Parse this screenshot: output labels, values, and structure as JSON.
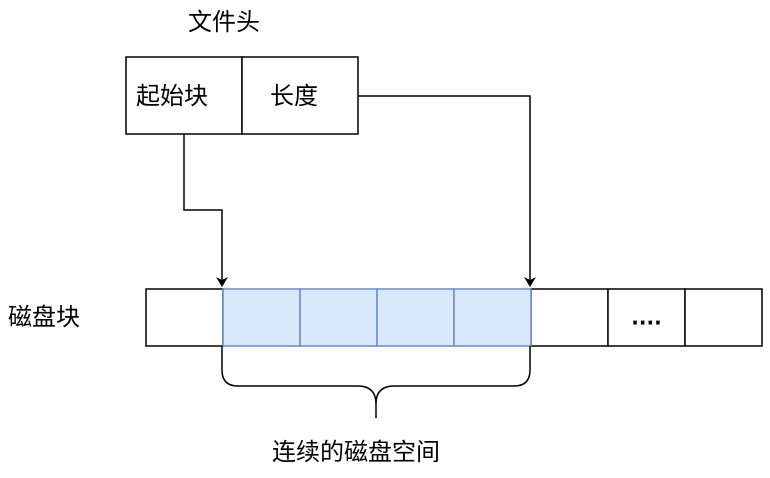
{
  "file_header": {
    "title": "文件头",
    "fields": [
      "起始块",
      "长度"
    ]
  },
  "disk": {
    "label": "磁盘块",
    "blocks": [
      "",
      "",
      "",
      "",
      "",
      "",
      "....",
      ""
    ],
    "highlighted_blocks": [
      1,
      2,
      3,
      4
    ],
    "span_label": "连续的磁盘空间"
  },
  "colors": {
    "highlight_fill": "#dae8fc",
    "highlight_stroke": "#6c8ebf",
    "stroke": "#000000"
  }
}
